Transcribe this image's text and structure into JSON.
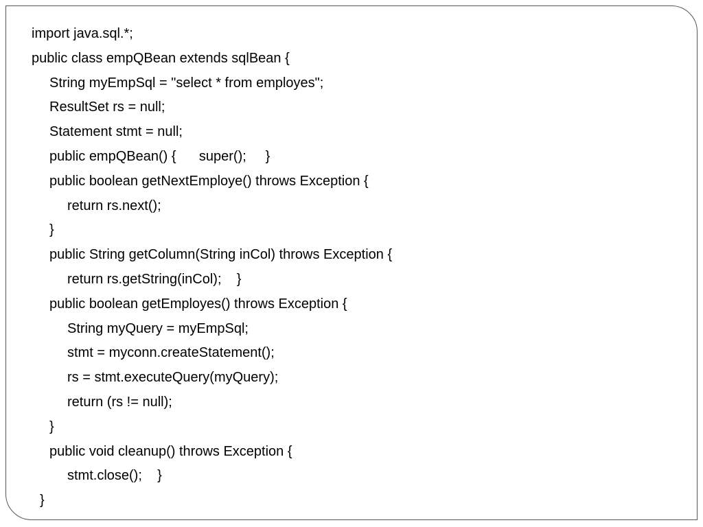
{
  "code": {
    "lines": [
      "import java.sql.*;",
      "public class empQBean extends sqlBean {",
      "String myEmpSql = \"select * from employes\";",
      "ResultSet rs = null;",
      "Statement stmt = null;",
      "public empQBean() {      super();     }",
      "public boolean getNextEmploye() throws Exception {",
      "return rs.next();",
      "}",
      "public String getColumn(String inCol) throws Exception {",
      "return rs.getString(inCol);    }",
      "public boolean getEmployes() throws Exception {",
      "String myQuery = myEmpSql;",
      "stmt = myconn.createStatement();",
      "rs = stmt.executeQuery(myQuery);",
      "return (rs != null);",
      "}",
      "public void cleanup() throws Exception {",
      "stmt.close();    }",
      "}"
    ]
  }
}
